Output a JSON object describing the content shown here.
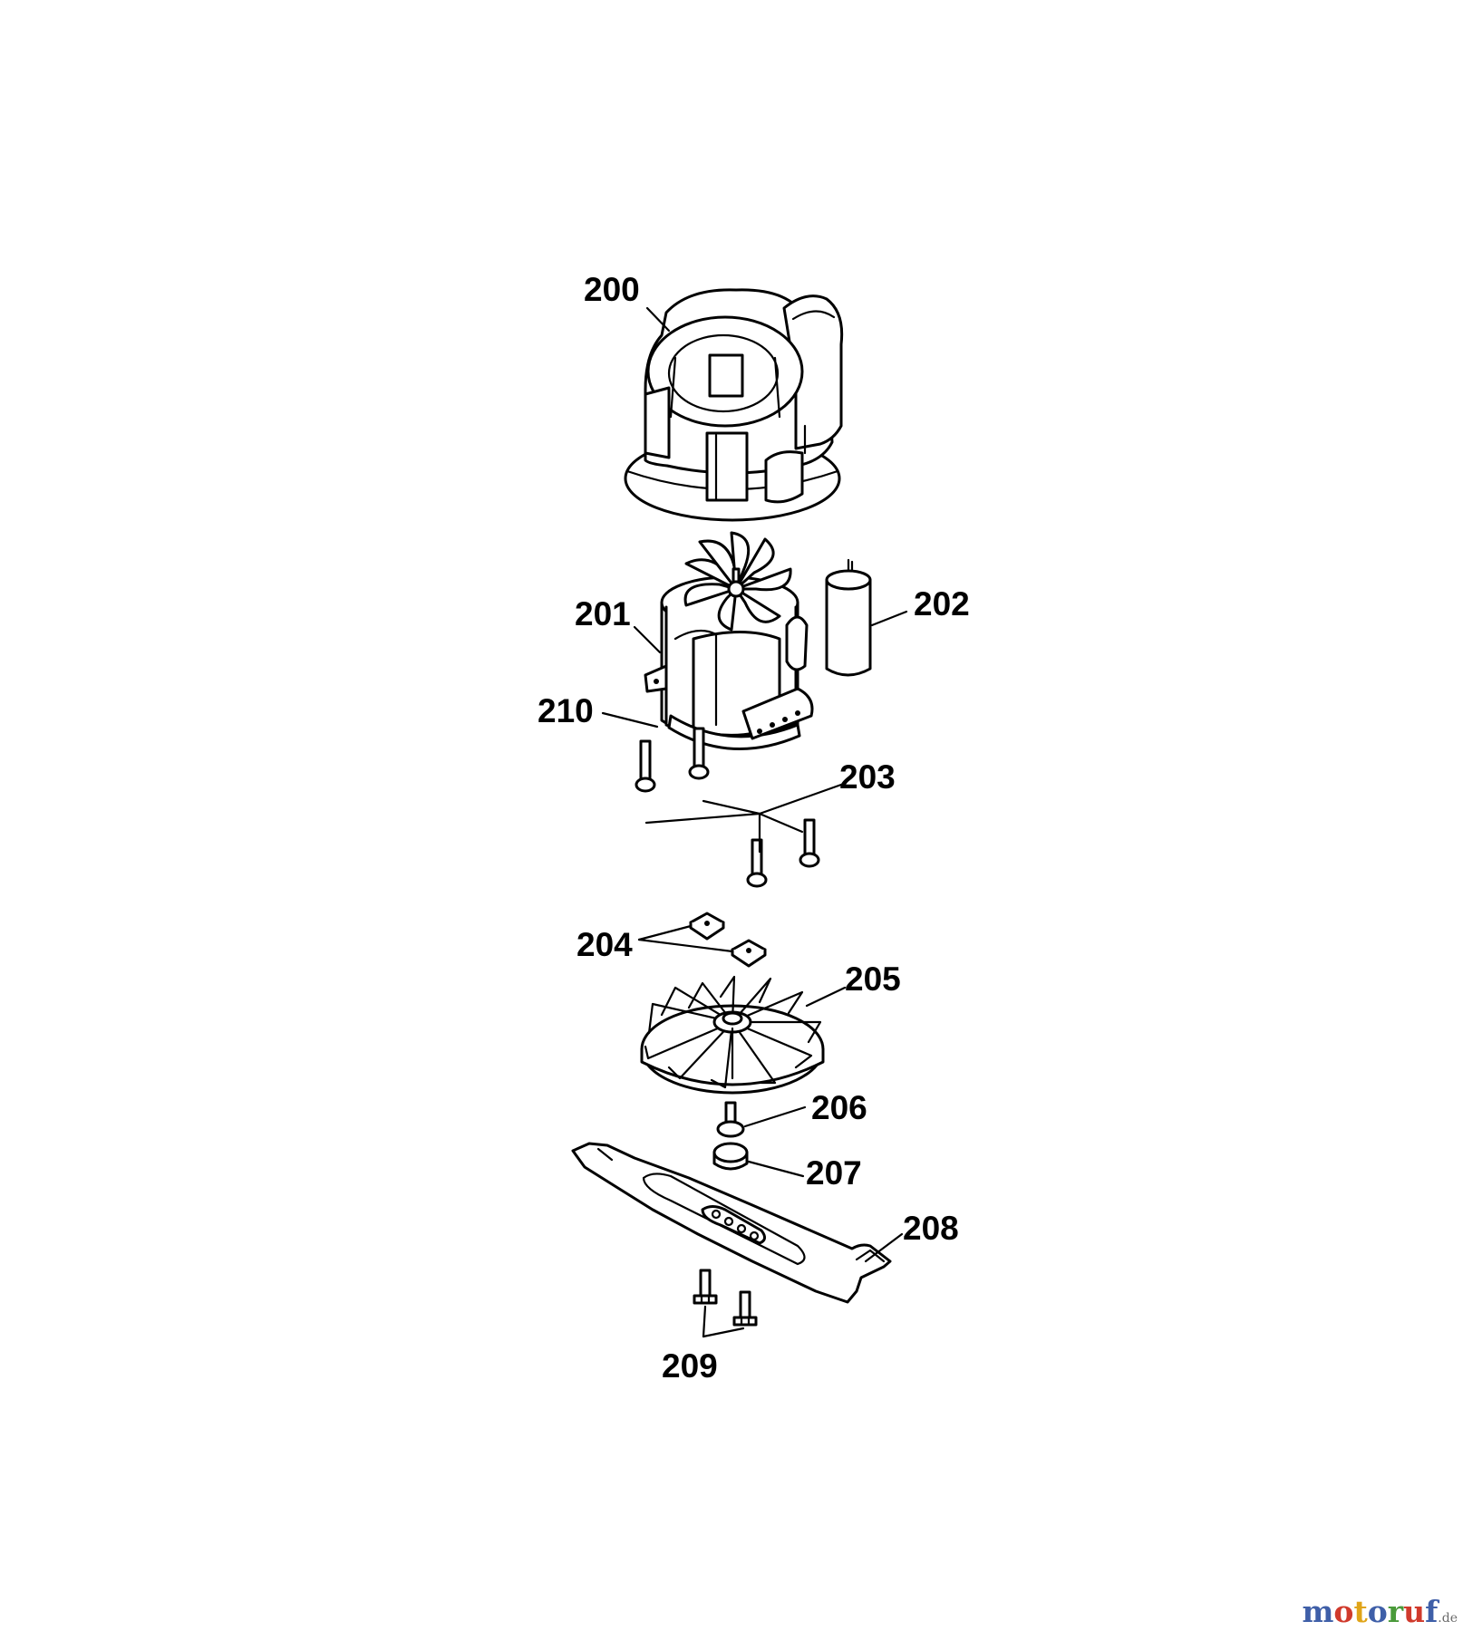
{
  "labels": {
    "p200": "200",
    "p201": "201",
    "p202": "202",
    "p203": "203",
    "p204": "204",
    "p205": "205",
    "p206": "206",
    "p207": "207",
    "p208": "208",
    "p209": "209",
    "p210": "210"
  },
  "watermark": {
    "letters": [
      "m",
      "o",
      "t",
      "o",
      "r",
      "u",
      "f"
    ],
    "colors": [
      "#3f5fa8",
      "#d03a2c",
      "#e0a418",
      "#3f5fa8",
      "#4a9a3a",
      "#d03a2c",
      "#3f5fa8"
    ],
    "suffix": ".de"
  }
}
